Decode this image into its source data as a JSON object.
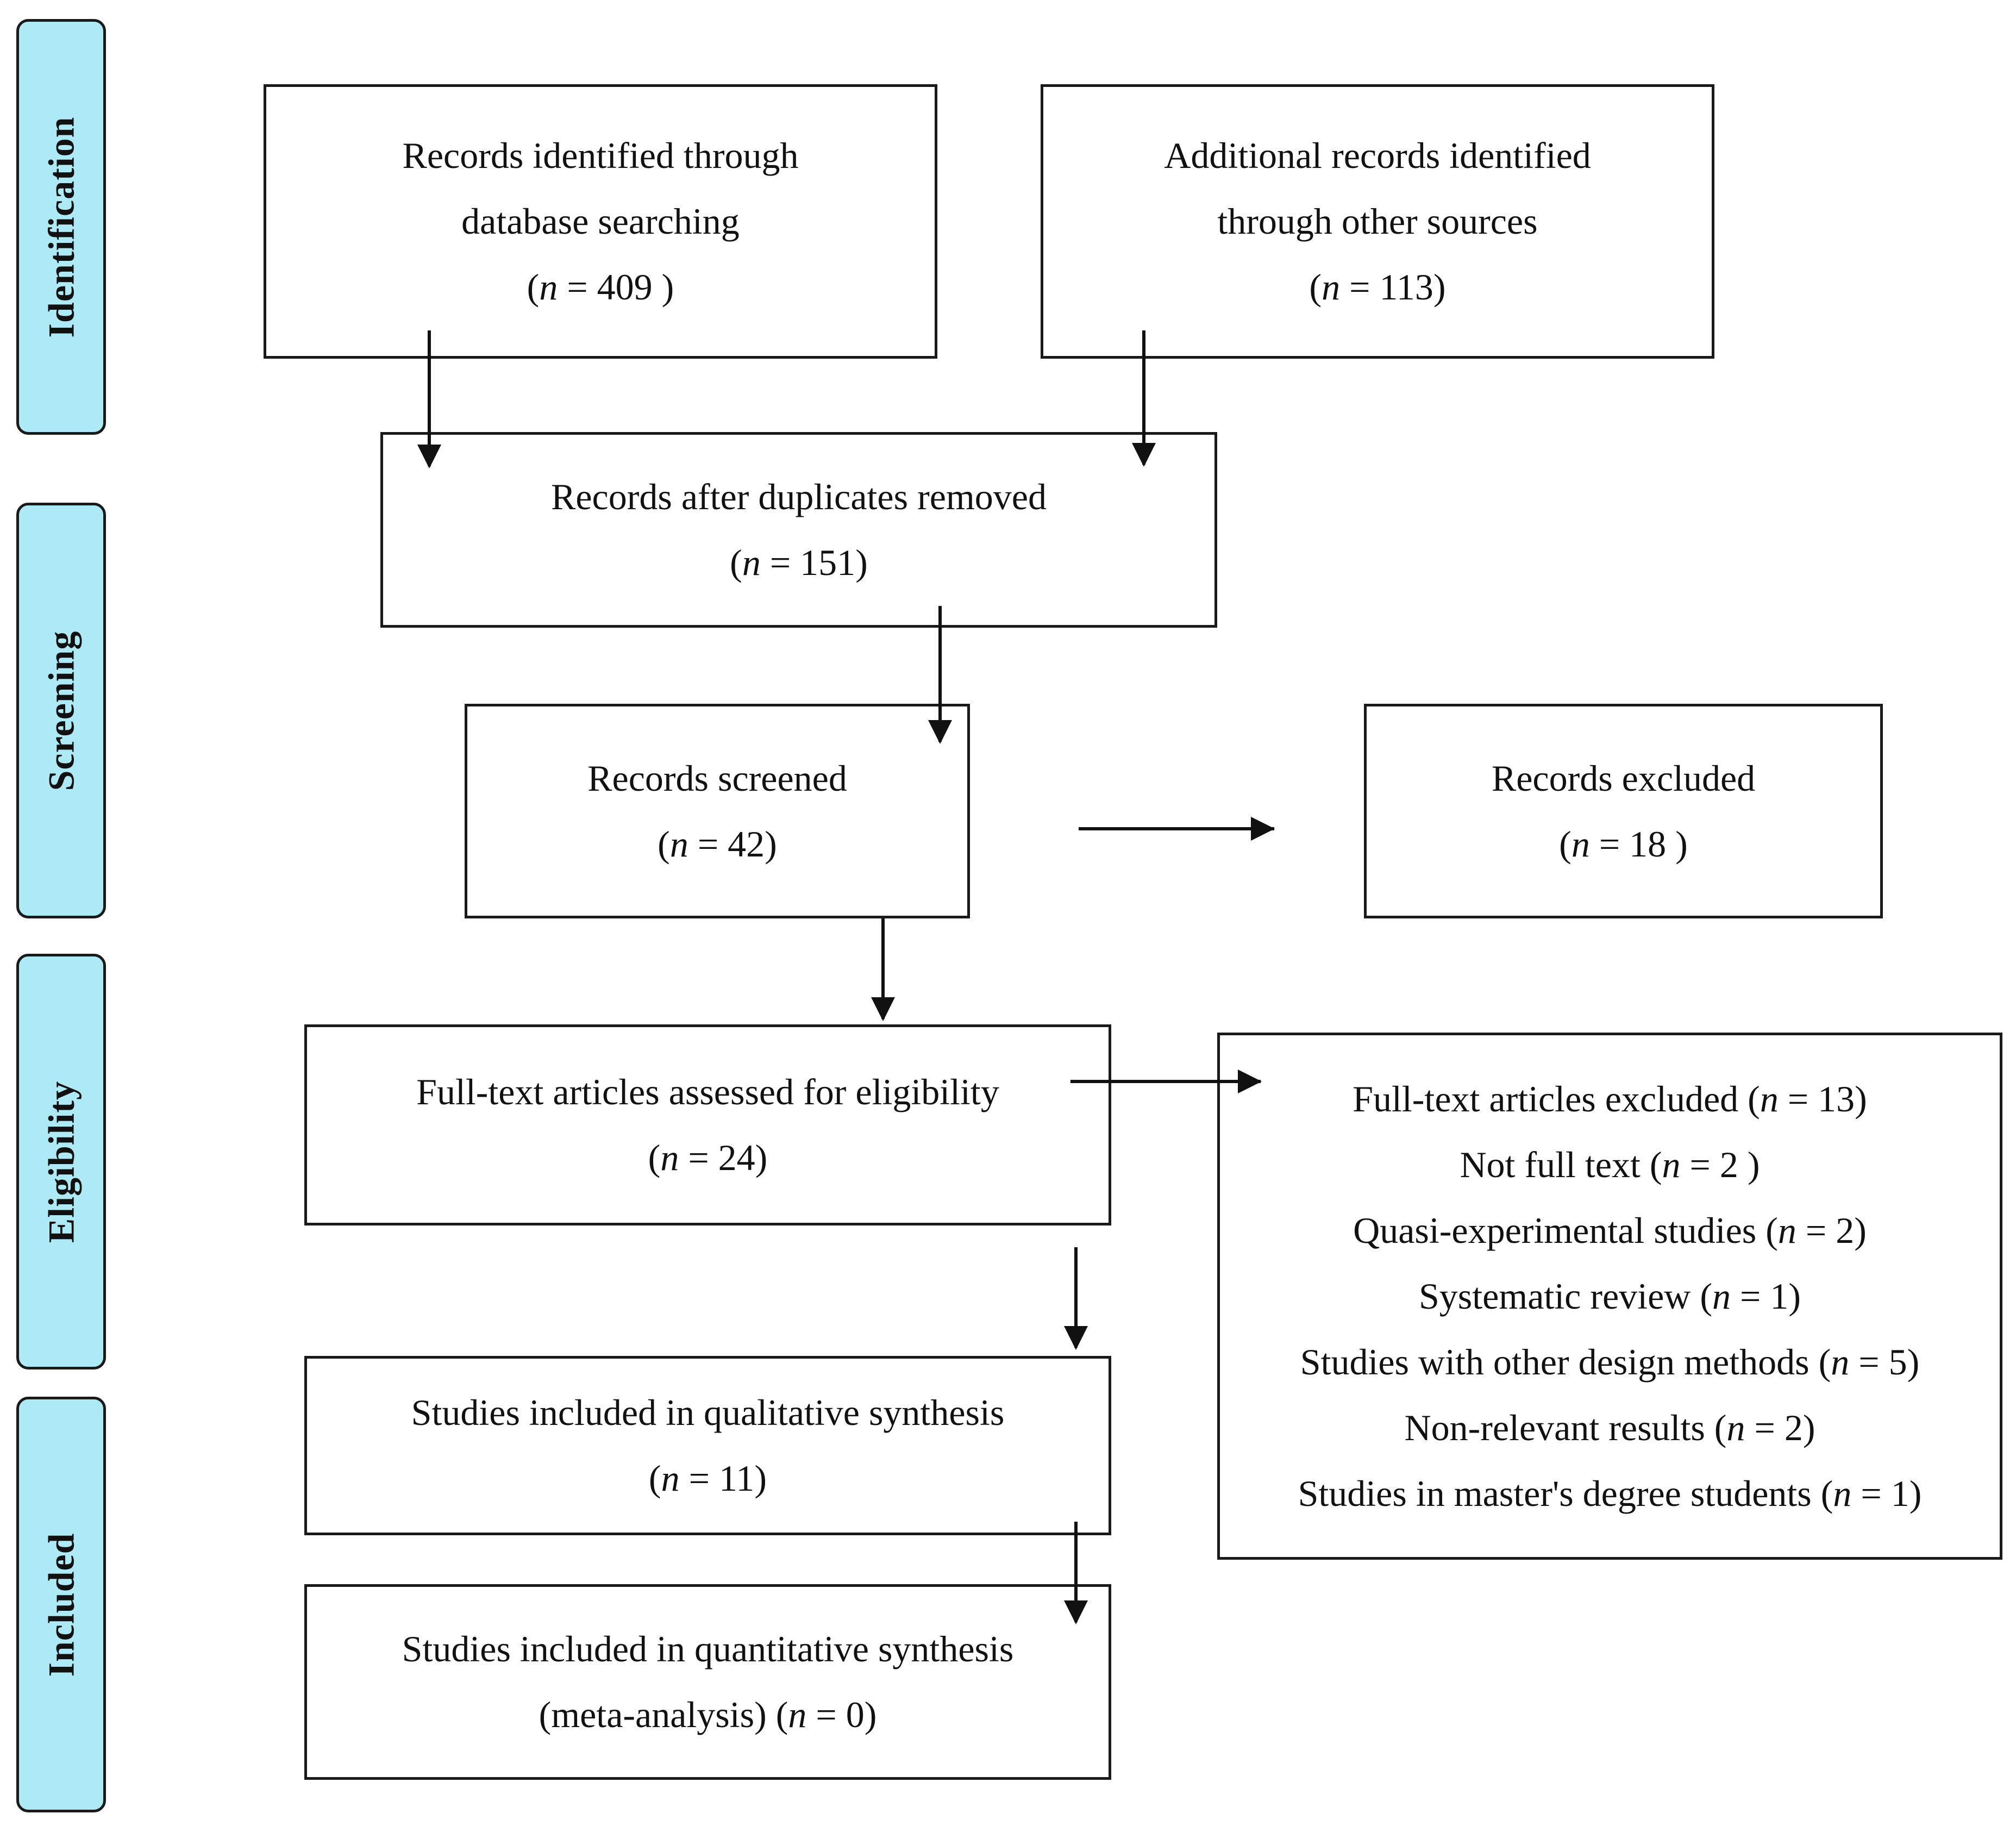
{
  "stages": [
    {
      "key": "identification",
      "label": "Identification"
    },
    {
      "key": "screening",
      "label": "Screening"
    },
    {
      "key": "eligibility",
      "label": "Eligibility"
    },
    {
      "key": "included",
      "label": "Included"
    }
  ],
  "boxes": {
    "database": {
      "lines": [
        "Records identified through",
        "database searching"
      ],
      "n": "(n = 409 )"
    },
    "other_sources": {
      "lines": [
        "Additional records identified",
        "through other sources"
      ],
      "n": "(n = 113)"
    },
    "duplicates_removed": {
      "lines": [
        "Records after duplicates removed"
      ],
      "n": "(n = 151)"
    },
    "screened": {
      "lines": [
        "Records screened"
      ],
      "n": "(n = 42)"
    },
    "excluded": {
      "lines": [
        "Records excluded"
      ],
      "n": "(n = 18 )"
    },
    "fulltext_assessed": {
      "lines": [
        "Full-text articles assessed for eligibility"
      ],
      "n": "(n = 24)"
    },
    "fulltext_excluded": {
      "lines": [
        "Full-text articles excluded (n = 13)",
        "Not full text (n = 2 )",
        "Quasi-experimental studies (n = 2)",
        "Systematic review (n = 1)",
        "Studies with other design methods (n = 5)",
        "Non-relevant results (n = 2)",
        "Studies in master's degree students (n = 1)"
      ]
    },
    "qualitative": {
      "lines": [
        "Studies included in qualitative synthesis"
      ],
      "n": "(n = 11)"
    },
    "quantitative": {
      "lines": [
        "Studies included in quantitative synthesis",
        "(meta-analysis) (n = 0)"
      ]
    }
  }
}
